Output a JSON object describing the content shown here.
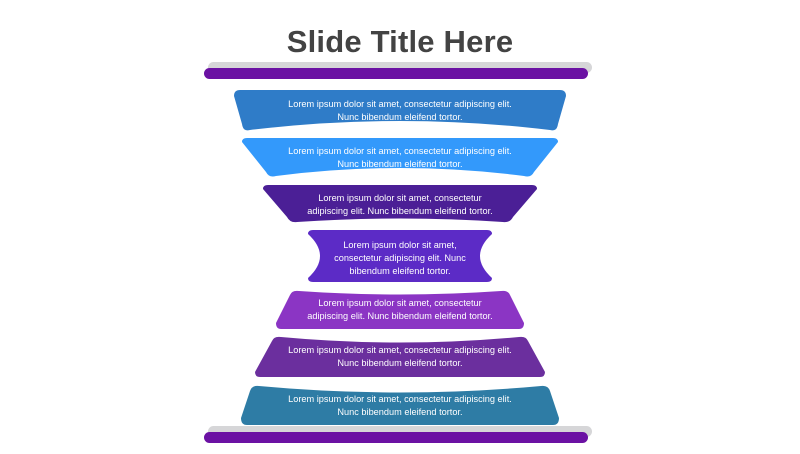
{
  "title": "Slide Title Here",
  "theme": {
    "background": "#ffffff",
    "title_color": "#434343",
    "bar_gray": "#d6d6d8",
    "bar_purple": "#6b11a3",
    "text_color": "#ffffff"
  },
  "top_bar": {
    "name": "top-capsule-bar"
  },
  "bottom_bar": {
    "name": "bottom-capsule-bar"
  },
  "funnel": {
    "segments": [
      {
        "index": 1,
        "color": "#2f7cc8",
        "line1": "Lorem ipsum dolor sit amet, consectetur adipiscing elit.",
        "line2": "Nunc bibendum eleifend tortor."
      },
      {
        "index": 2,
        "color": "#3399fb",
        "line1": "Lorem ipsum dolor sit amet, consectetur adipiscing elit.",
        "line2": "Nunc bibendum eleifend tortor."
      },
      {
        "index": 3,
        "color": "#4b1f96",
        "line1": "Lorem ipsum dolor sit amet, consectetur",
        "line2": "adipiscing elit. Nunc bibendum eleifend tortor."
      },
      {
        "index": 4,
        "color": "#5c2bc6",
        "line1": "Lorem ipsum dolor sit amet,",
        "line2": "consectetur adipiscing elit. Nunc",
        "line3": "bibendum eleifend tortor."
      },
      {
        "index": 5,
        "color": "#8b35c4",
        "line1": "Lorem ipsum dolor sit amet, consectetur",
        "line2": "adipiscing elit. Nunc bibendum eleifend tortor."
      },
      {
        "index": 6,
        "color": "#6b2f9e",
        "line1": "Lorem ipsum dolor sit amet, consectetur adipiscing elit.",
        "line2": "Nunc bibendum eleifend tortor."
      },
      {
        "index": 7,
        "color": "#2e7ca5",
        "line1": "Lorem ipsum dolor sit amet, consectetur adipiscing elit.",
        "line2": "Nunc bibendum eleifend tortor."
      }
    ]
  }
}
